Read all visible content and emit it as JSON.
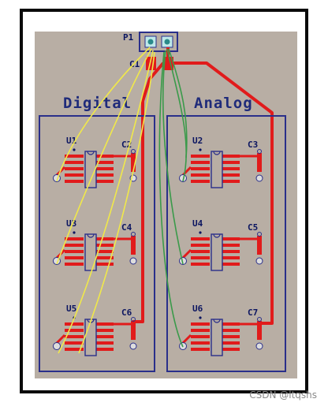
{
  "connector": {
    "label": "P1"
  },
  "cap_top": {
    "label": "C1"
  },
  "zones": {
    "digital": "Digital",
    "analog": "Analog"
  },
  "digital_parts": [
    {
      "ic": "U1",
      "cap": "C2"
    },
    {
      "ic": "U3",
      "cap": "C4"
    },
    {
      "ic": "U5",
      "cap": "C6"
    }
  ],
  "analog_parts": [
    {
      "ic": "U2",
      "cap": "C3"
    },
    {
      "ic": "U4",
      "cap": "C5"
    },
    {
      "ic": "U6",
      "cap": "C7"
    }
  ],
  "watermark": "CSDN @ltqshs",
  "colors": {
    "board": "#b8aea4",
    "outline": "#0a0a0a",
    "zone_border": "#2a2f8a",
    "copper": "#e11b1b",
    "ratsnest_yellow": "#f0e84a",
    "ratsnest_green": "#3a9a4a"
  }
}
